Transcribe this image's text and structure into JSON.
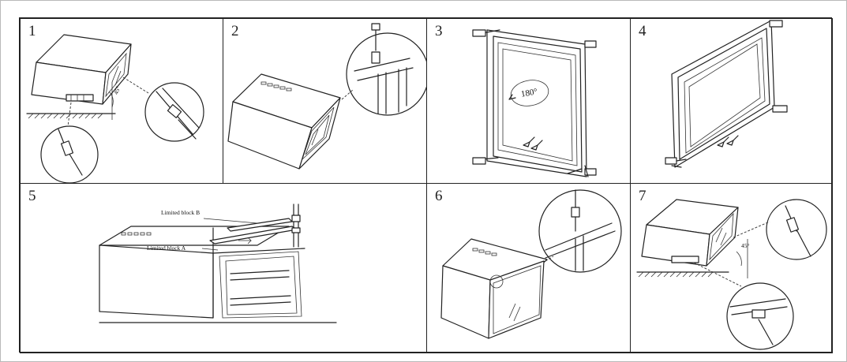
{
  "panels": [
    {
      "id": "1",
      "label": "1",
      "angle_label": "45°"
    },
    {
      "id": "2",
      "label": "2"
    },
    {
      "id": "3",
      "label": "3",
      "rotation_label": "180°"
    },
    {
      "id": "4",
      "label": "4"
    },
    {
      "id": "5",
      "label": "5",
      "callout_b": "Limited block B",
      "callout_a": "Limited block A"
    },
    {
      "id": "6",
      "label": "6"
    },
    {
      "id": "7",
      "label": "7",
      "angle_label": "45°"
    }
  ]
}
